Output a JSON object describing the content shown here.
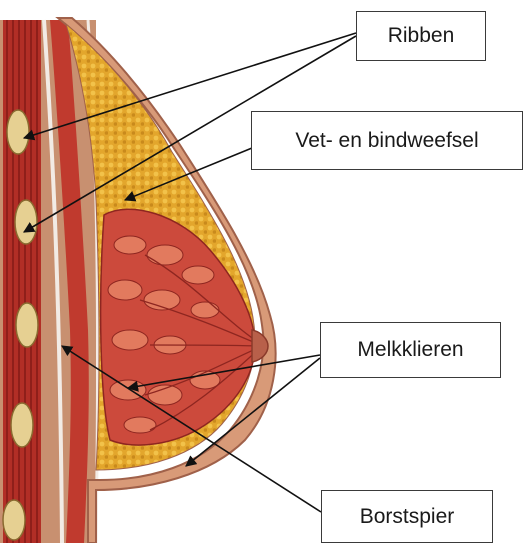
{
  "labels": {
    "ribben": "Ribben",
    "vet_bindweefsel": "Vet- en bindweefsel",
    "melkklieren": "Melkklieren",
    "borstspier": "Borstspier"
  },
  "colors": {
    "skin": "#d9a17a",
    "skin_edge": "#a0614a",
    "fat": "#e0a428",
    "gland": "#c8453a",
    "gland_dark": "#9e2a24",
    "muscle": "#b8322a",
    "rib": "#e8d49a",
    "fascia": "#f0e6e0",
    "arrow": "#111111"
  }
}
